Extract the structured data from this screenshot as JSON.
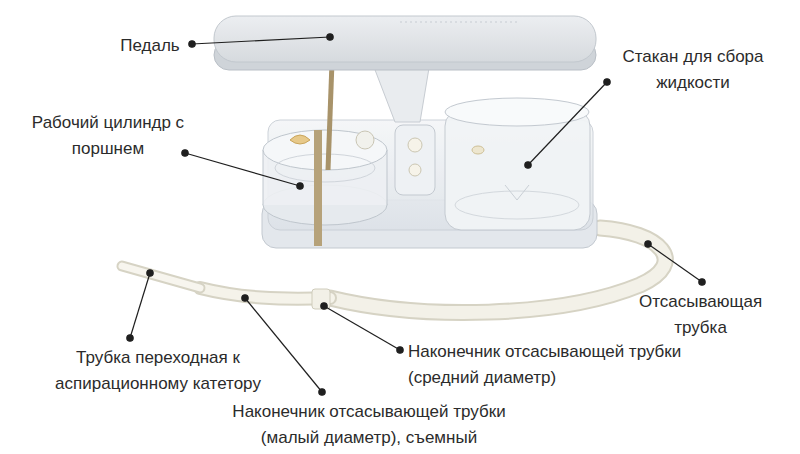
{
  "diagram": {
    "labels": [
      "Педаль",
      "Стакан для сбора жидкости",
      "Рабочий цилиндр с поршнем",
      "Отсасывающая трубка",
      "Трубка переходная к аспирационному катетору",
      "Наконечник отсасывающей трубки (средний диаметр)",
      "Наконечник отсасывающей трубки (малый диаметр), съемный"
    ]
  }
}
